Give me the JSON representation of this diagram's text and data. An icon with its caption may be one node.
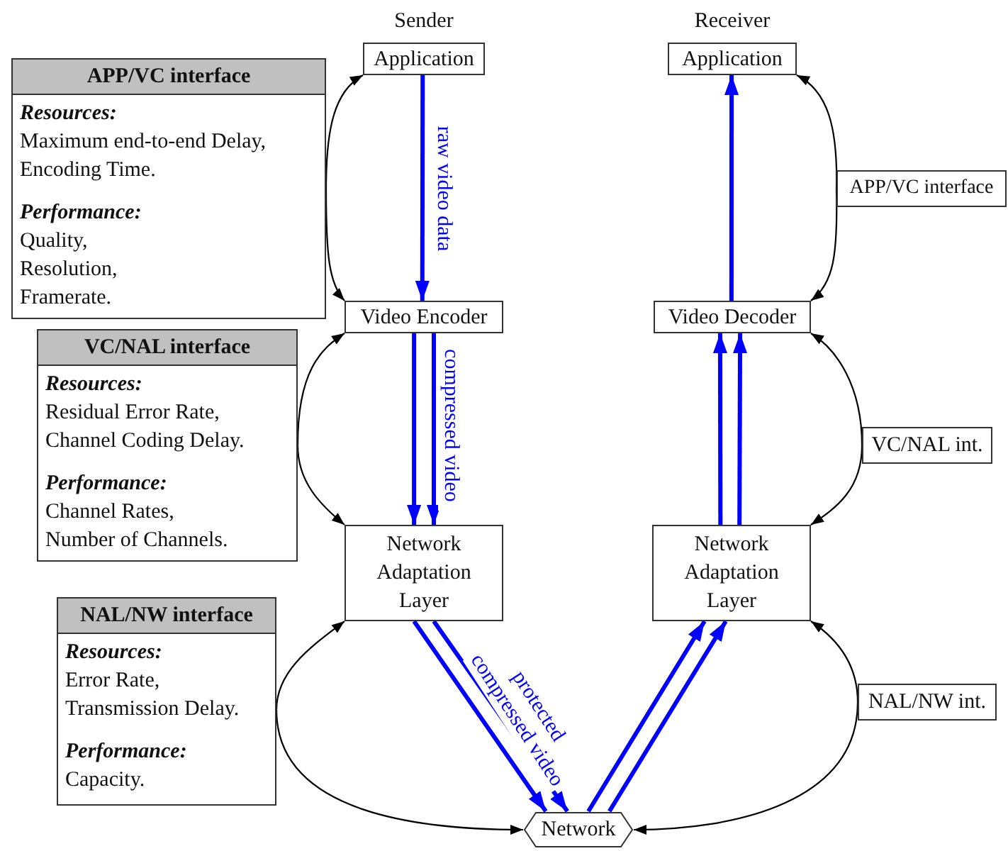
{
  "diagram": {
    "nodes": [
      {
        "text": [
          "Application"
        ],
        "beside": [
          "Sender"
        ]
      },
      {
        "text": [
          "Application"
        ],
        "beside": [
          "Receiver"
        ]
      },
      {
        "text": [
          "APP/VC interface",
          "Resources:",
          "Maximum end-to-end Delay, Encoding Time.",
          "Performance:",
          "Quality, Resolution, Framerate."
        ]
      },
      {
        "text": [
          "APP/VC interface"
        ]
      },
      {
        "text": [
          "Video Encoder"
        ]
      },
      {
        "text": [
          "Video Decoder"
        ]
      },
      {
        "text": [
          "VC/NAL interface",
          "Resources:",
          "Residual Error Rate, Channel Coding Delay.",
          "Performance:",
          "Channel Rates, Number of Channels."
        ]
      },
      {
        "text": [
          "VC/NAL int."
        ]
      },
      {
        "text": [
          "Network Adaptation Layer"
        ]
      },
      {
        "text": [
          "Network Adaptation Layer"
        ]
      },
      {
        "text": [
          "NAL/NW interface",
          "Resources:",
          "Error Rate, Transmission Delay.",
          "Performance:",
          "Capacity."
        ]
      },
      {
        "text": [
          "NAL/NW int."
        ]
      },
      {
        "text": [
          "Network"
        ]
      }
    ],
    "edges": [
      {
        "from": 0,
        "to": 4,
        "arrow": "to",
        "label": "raw video data",
        "style": "thick",
        "color": "#0000ff"
      },
      {
        "from": 4,
        "to": 8,
        "arrow": "to",
        "style": "thick",
        "color": "#0000ff"
      },
      {
        "from": 4,
        "to": 8,
        "arrow": "to",
        "label": "compressed video",
        "style": "thick",
        "color": "#0000ff"
      },
      {
        "from": 8,
        "to": 12,
        "arrow": "to",
        "style": "thick",
        "color": "#0000ff"
      },
      {
        "from": 8,
        "to": 12,
        "arrow": "to",
        "label": "protected compressed video",
        "style": "thick",
        "color": "#0000ff"
      },
      {
        "from": 12,
        "to": 9,
        "arrow": "to",
        "style": "thick",
        "color": "#0000ff"
      },
      {
        "from": 12,
        "to": 9,
        "arrow": "to",
        "style": "thick",
        "color": "#0000ff"
      },
      {
        "from": 9,
        "to": 5,
        "arrow": "to",
        "style": "thick",
        "color": "#0000ff"
      },
      {
        "from": 9,
        "to": 5,
        "arrow": "to",
        "style": "thick",
        "color": "#0000ff"
      },
      {
        "from": 5,
        "to": 1,
        "arrow": "to",
        "style": "thick",
        "color": "#0000ff"
      },
      {
        "from": 2,
        "to": 0,
        "arrow": "to"
      },
      {
        "from": 2,
        "to": 4,
        "arrow": "to"
      },
      {
        "from": 3,
        "to": 1,
        "arrow": "to"
      },
      {
        "from": 3,
        "to": 5,
        "arrow": "to"
      },
      {
        "from": 6,
        "to": 4,
        "arrow": "to"
      },
      {
        "from": 6,
        "to": 8,
        "arrow": "to"
      },
      {
        "from": 7,
        "to": 5,
        "arrow": "to"
      },
      {
        "from": 7,
        "to": 9,
        "arrow": "to"
      },
      {
        "from": 10,
        "to": 8,
        "arrow": "to"
      },
      {
        "from": 10,
        "to": 12,
        "arrow": "to"
      },
      {
        "from": 11,
        "to": 9,
        "arrow": "to"
      },
      {
        "from": 11,
        "to": 12,
        "arrow": "to"
      }
    ]
  }
}
